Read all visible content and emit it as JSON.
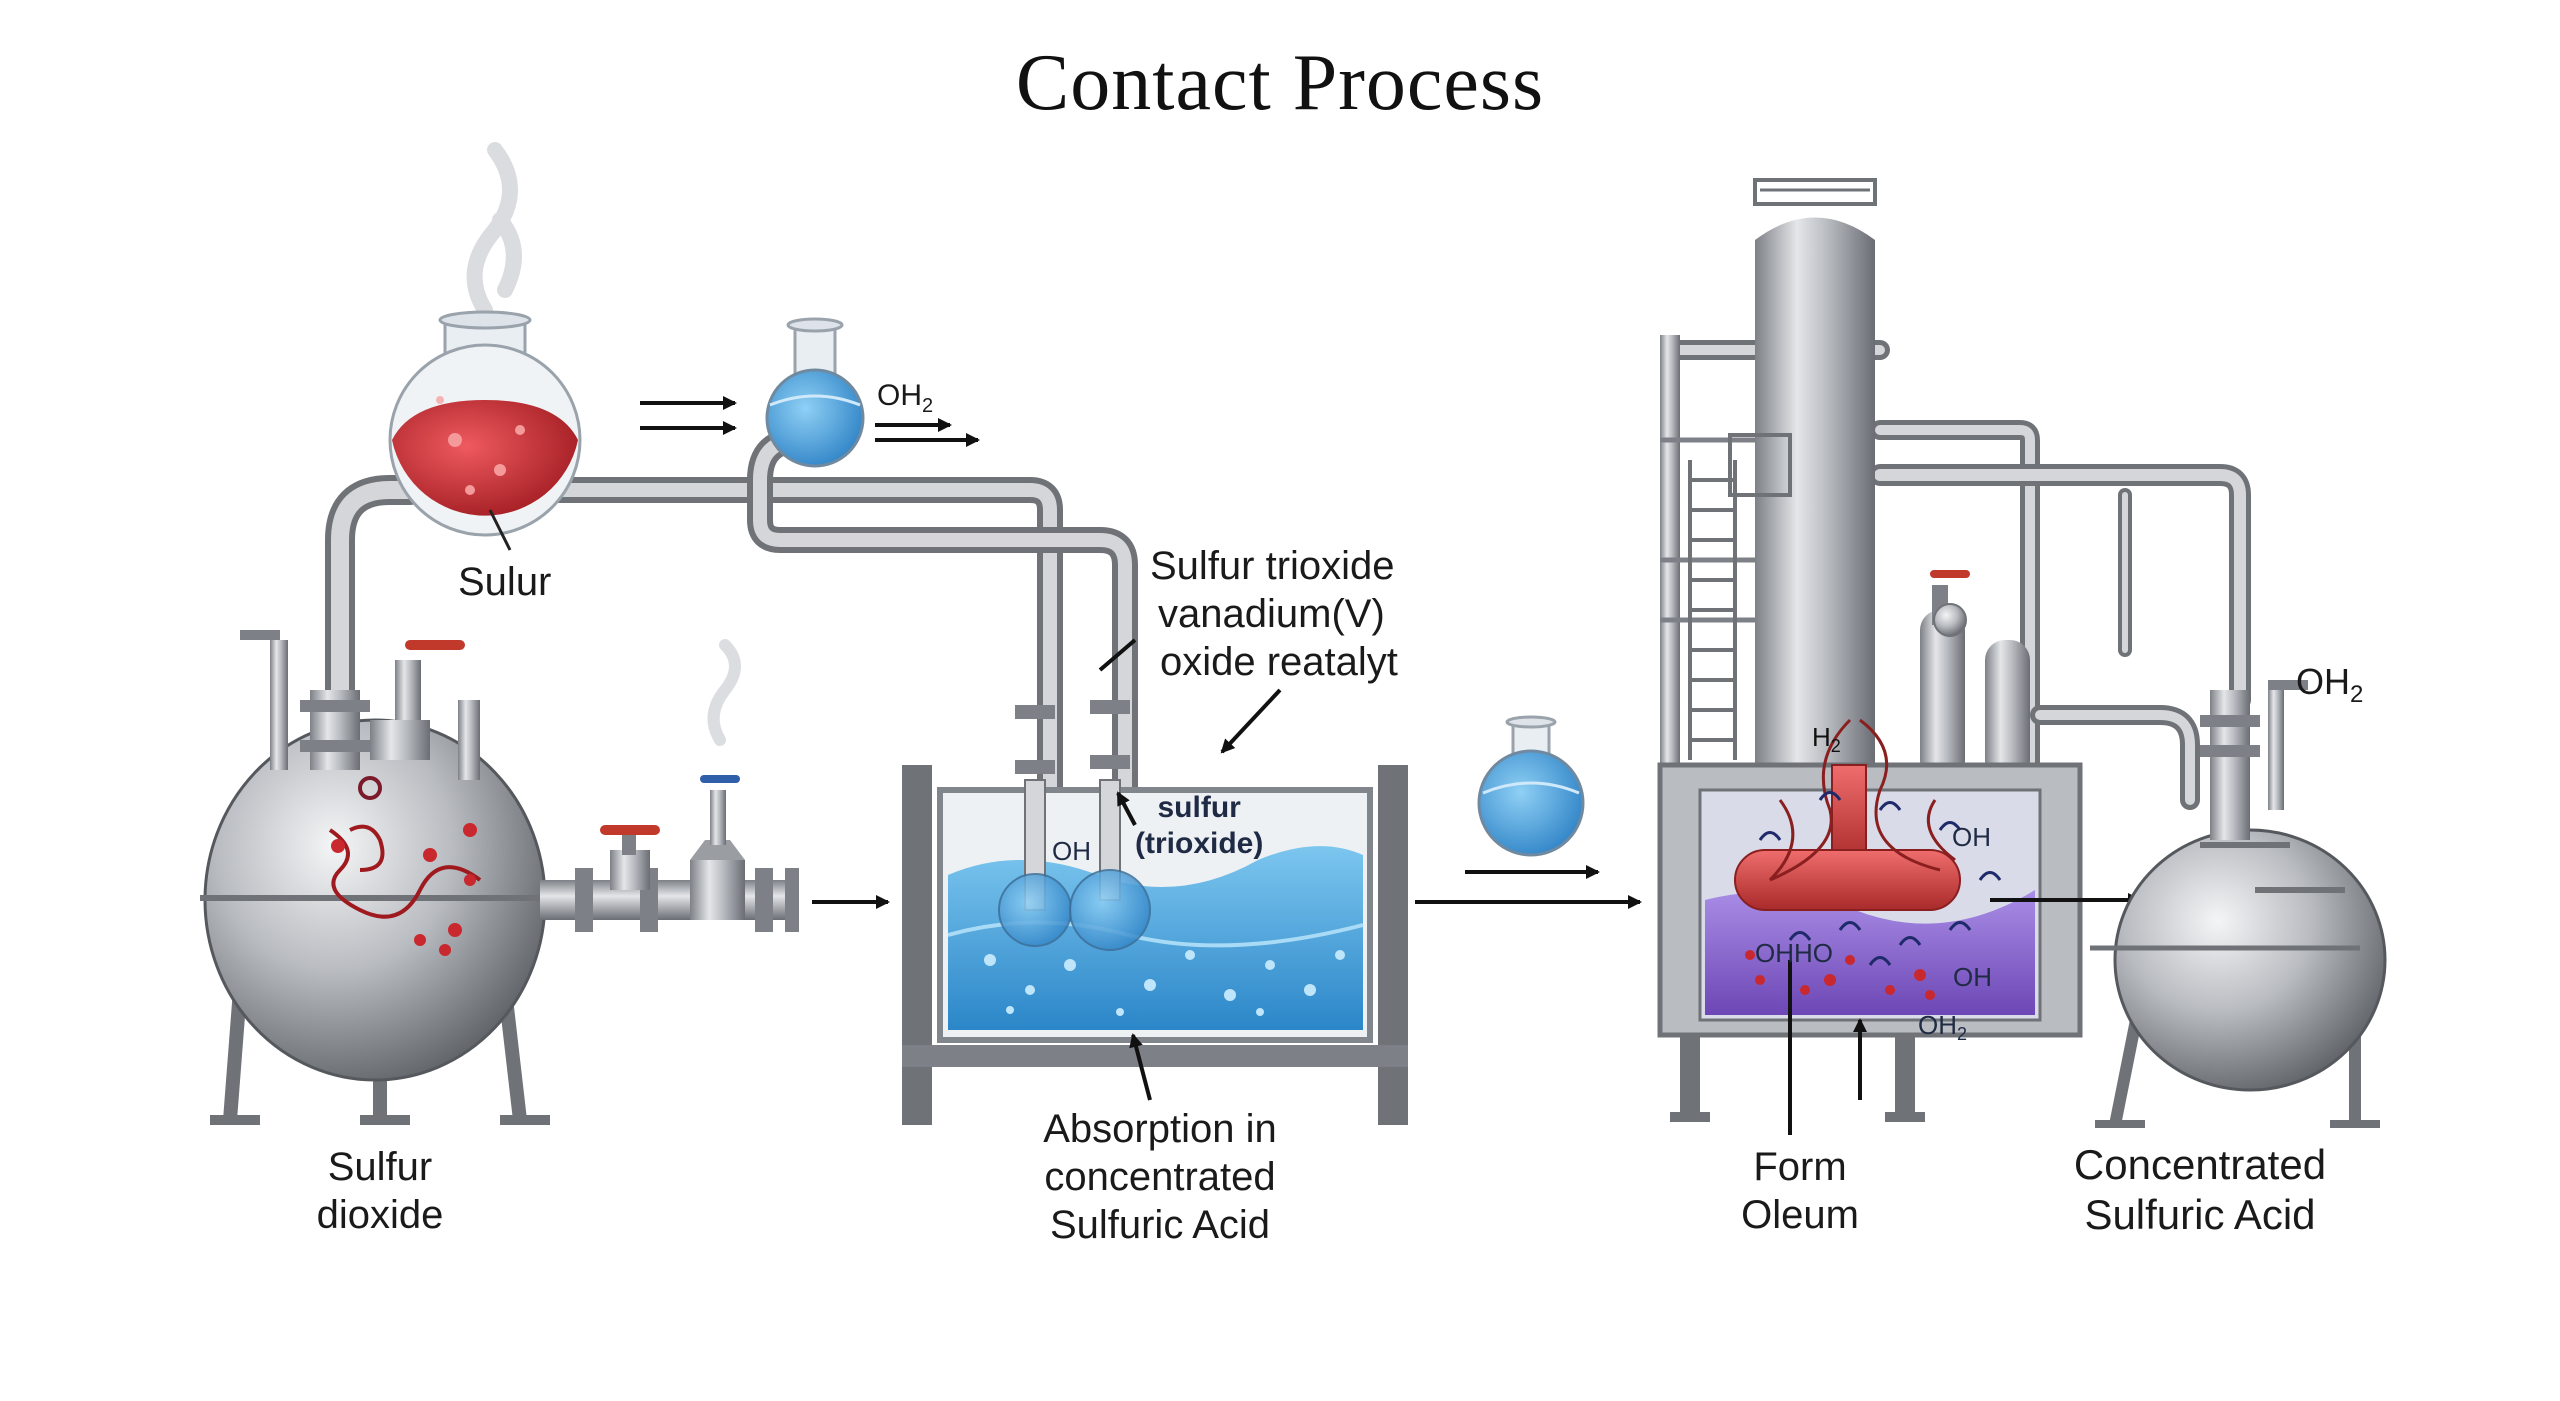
{
  "title": "Contact Process",
  "labels": {
    "sulfur_flask": "Sulur",
    "oh2_top": "OH",
    "oh2_top_sub": "2",
    "so3_catalyst": [
      "Sulfur trioxide",
      "vanadium(V)",
      "oxide reatalyt"
    ],
    "tank_inside": [
      "sulfur",
      "(trioxide)"
    ],
    "tank_oh": "OH",
    "absorption": [
      "Absorption in",
      "concentrated",
      "Sulfuric Acid"
    ],
    "sulfur_dioxide": [
      "Sulfur",
      "dioxide"
    ],
    "h2_reactor": "H",
    "h2_reactor_sub": "2",
    "reactor_oh_right": "OH",
    "reactor_ohho": "OHHO",
    "reactor_oh_low": "OH",
    "reactor_oh2_bottom": "OH",
    "reactor_oh2_bottom_sub": "2",
    "oh2_right": "OH",
    "oh2_right_sub": "2",
    "form_oleum": [
      "Form",
      "Oleum"
    ],
    "conc_acid": [
      "Concentrated",
      "Sulfuric Acid"
    ]
  },
  "colors": {
    "steel": "#b9bcc1",
    "steel_dark": "#6f7378",
    "acid_red": "#c8282e",
    "water_blue": "#4aa3df",
    "oleum_purple": "#8b5fc9",
    "valve_red": "#c0392b",
    "valve_blue": "#2e5fa8"
  }
}
